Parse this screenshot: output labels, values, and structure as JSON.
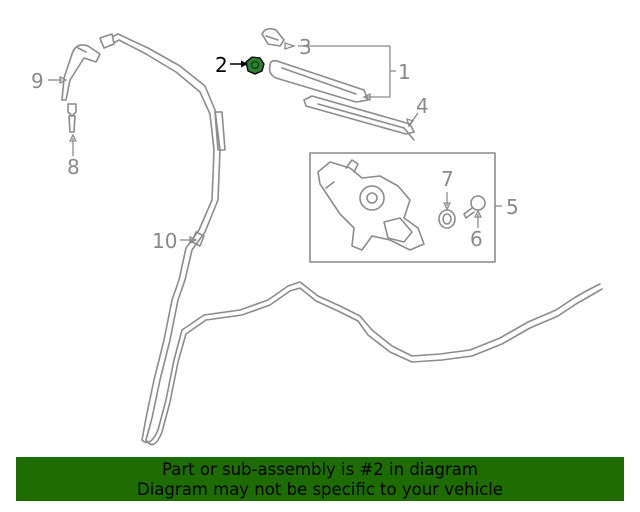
{
  "callouts": {
    "c1": "1",
    "c2": "2",
    "c3": "3",
    "c4": "4",
    "c5": "5",
    "c6": "6",
    "c7": "7",
    "c8": "8",
    "c9": "9",
    "c10": "10"
  },
  "highlight_color": "#2e7d32",
  "banner": {
    "background": "#1e6b00",
    "line1": "Part or sub-assembly is #2 in diagram",
    "line2": "Diagram may not be specific to your vehicle"
  }
}
